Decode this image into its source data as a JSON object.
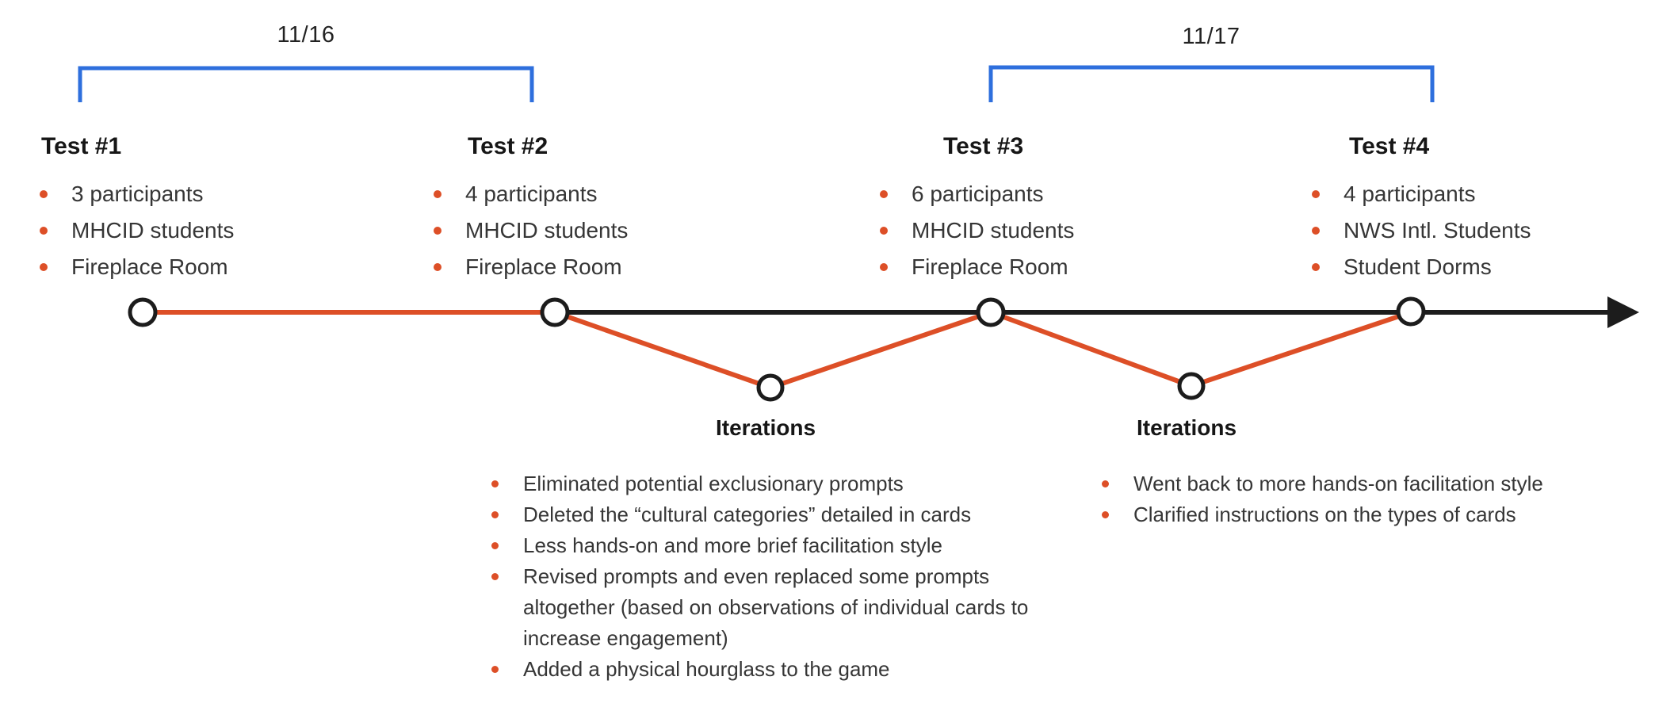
{
  "colors": {
    "accent_orange": "#DD4F27",
    "accent_blue": "#2E6FDD",
    "timeline_black": "#1C1C1C",
    "heading_text": "#161616",
    "body_text": "#363636"
  },
  "brackets": [
    {
      "label": "11/16"
    },
    {
      "label": "11/17"
    }
  ],
  "tests": [
    {
      "title": "Test #1",
      "bullets": [
        "3 participants",
        "MHCID students",
        "Fireplace Room"
      ]
    },
    {
      "title": "Test #2",
      "bullets": [
        "4 participants",
        "MHCID students",
        "Fireplace Room"
      ]
    },
    {
      "title": "Test #3",
      "bullets": [
        "6 participants",
        "MHCID students",
        "Fireplace Room"
      ]
    },
    {
      "title": "Test #4",
      "bullets": [
        "4 participants",
        "NWS Intl. Students",
        "Student Dorms"
      ]
    }
  ],
  "iterations": [
    {
      "title": "Iterations",
      "bullets": [
        "Eliminated potential exclusionary prompts",
        "Deleted the “cultural categories” detailed in cards",
        "Less hands-on and more brief facilitation style",
        "Revised prompts and even replaced some prompts altogether (based on observations of individual cards to increase engagement)",
        "Added a physical hourglass to the game"
      ]
    },
    {
      "title": "Iterations",
      "bullets": [
        "Went back to more hands-on facilitation style",
        "Clarified instructions on the types of cards"
      ]
    }
  ]
}
